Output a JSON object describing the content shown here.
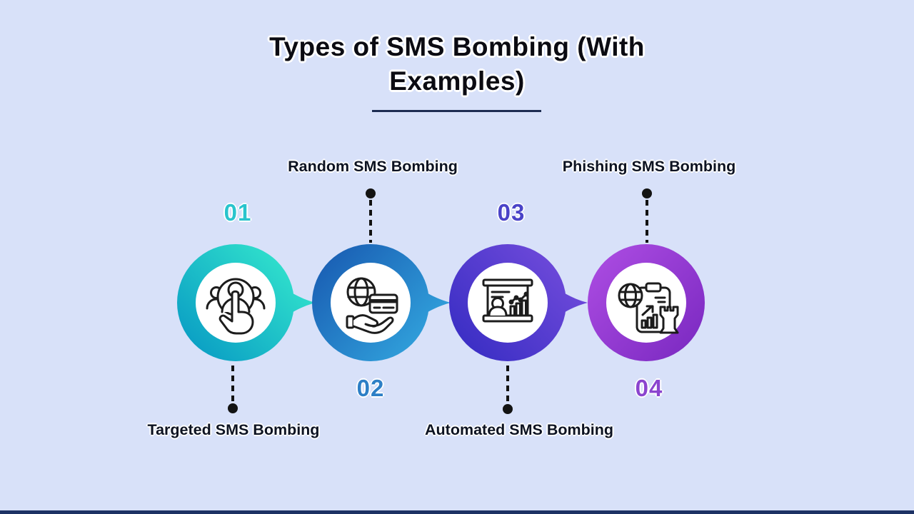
{
  "background_color": "#d8e1f9",
  "footer_bar_color": "#1d3264",
  "connector_color": "#131313",
  "label_color": "#0d1322",
  "title": {
    "line1": "Types of SMS Bombing (With",
    "line2": "Examples)",
    "color": "#0b0b12"
  },
  "steps": [
    {
      "number": "01",
      "label": "Targeted SMS Bombing",
      "icon": "audience-targeting-icon",
      "accent": "#29c4cd",
      "gradient": [
        "#30e0cc",
        "#0a9ec4"
      ],
      "label_position": "below"
    },
    {
      "number": "02",
      "label": "Random SMS Bombing",
      "icon": "global-payment-icon",
      "accent": "#2d7fc6",
      "gradient": [
        "#1a5fb4",
        "#31a2dc"
      ],
      "label_position": "above"
    },
    {
      "number": "03",
      "label": "Automated SMS Bombing",
      "icon": "presentation-analytics-icon",
      "accent": "#4a43c8",
      "gradient": [
        "#6f4ada",
        "#3a2ec4"
      ],
      "label_position": "below"
    },
    {
      "number": "04",
      "label": "Phishing SMS Bombing",
      "icon": "strategy-planning-icon",
      "accent": "#8b44cf",
      "gradient": [
        "#a94ae0",
        "#7c2ac2"
      ],
      "label_position": "above"
    }
  ]
}
